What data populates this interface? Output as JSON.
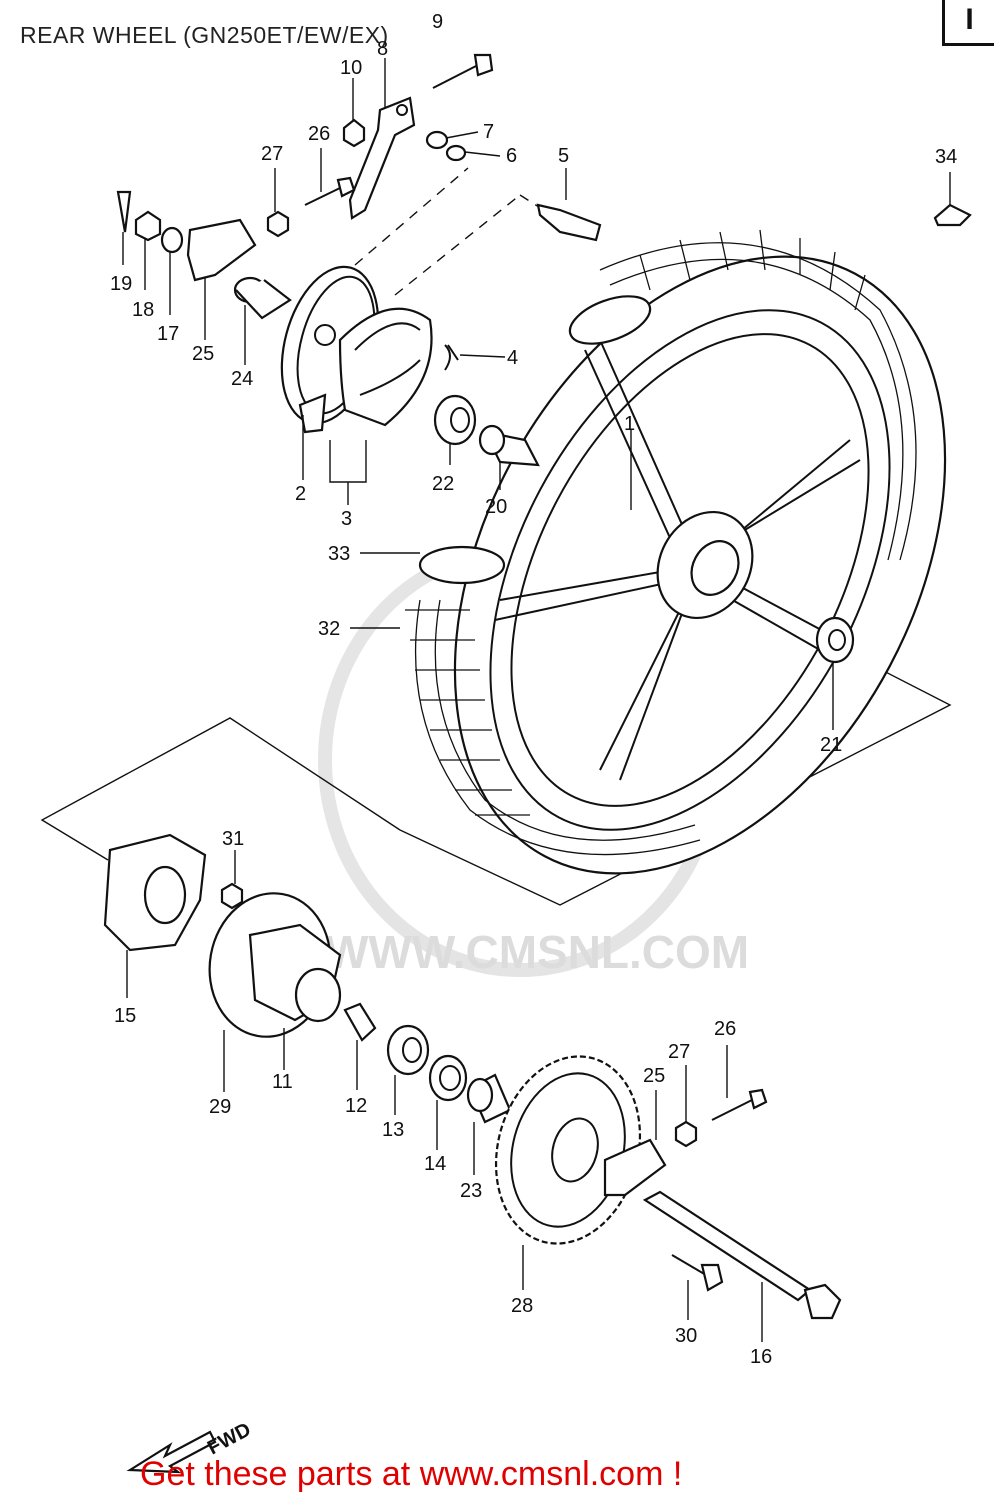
{
  "title": "REAR WHEEL (GN250ET/EW/EX)",
  "section_tab": "I",
  "watermark": "WWW.CMSNL.COM",
  "fwd_label": "FWD",
  "footer_link": "Get these parts at www.cmsnl.com !",
  "parts": [
    {
      "key": "p1",
      "label": "1"
    },
    {
      "key": "p2",
      "label": "2"
    },
    {
      "key": "p3",
      "label": "3"
    },
    {
      "key": "p4",
      "label": "4"
    },
    {
      "key": "p5",
      "label": "5"
    },
    {
      "key": "p6",
      "label": "6"
    },
    {
      "key": "p7",
      "label": "7"
    },
    {
      "key": "p8",
      "label": "8"
    },
    {
      "key": "p9",
      "label": "9"
    },
    {
      "key": "p10",
      "label": "10"
    },
    {
      "key": "p11",
      "label": "11"
    },
    {
      "key": "p12",
      "label": "12"
    },
    {
      "key": "p13",
      "label": "13"
    },
    {
      "key": "p14",
      "label": "14"
    },
    {
      "key": "p15",
      "label": "15"
    },
    {
      "key": "p16",
      "label": "16"
    },
    {
      "key": "p17",
      "label": "17"
    },
    {
      "key": "p18",
      "label": "18"
    },
    {
      "key": "p19",
      "label": "19"
    },
    {
      "key": "p20",
      "label": "20"
    },
    {
      "key": "p21",
      "label": "21"
    },
    {
      "key": "p22",
      "label": "22"
    },
    {
      "key": "p23",
      "label": "23"
    },
    {
      "key": "p24",
      "label": "24"
    },
    {
      "key": "p25a",
      "label": "25"
    },
    {
      "key": "p25b",
      "label": "25"
    },
    {
      "key": "p26a",
      "label": "26"
    },
    {
      "key": "p26b",
      "label": "26"
    },
    {
      "key": "p27a",
      "label": "27"
    },
    {
      "key": "p27b",
      "label": "27"
    },
    {
      "key": "p28",
      "label": "28"
    },
    {
      "key": "p29",
      "label": "29"
    },
    {
      "key": "p30",
      "label": "30"
    },
    {
      "key": "p31",
      "label": "31"
    },
    {
      "key": "p32",
      "label": "32"
    },
    {
      "key": "p33",
      "label": "33"
    },
    {
      "key": "p34",
      "label": "34"
    }
  ]
}
